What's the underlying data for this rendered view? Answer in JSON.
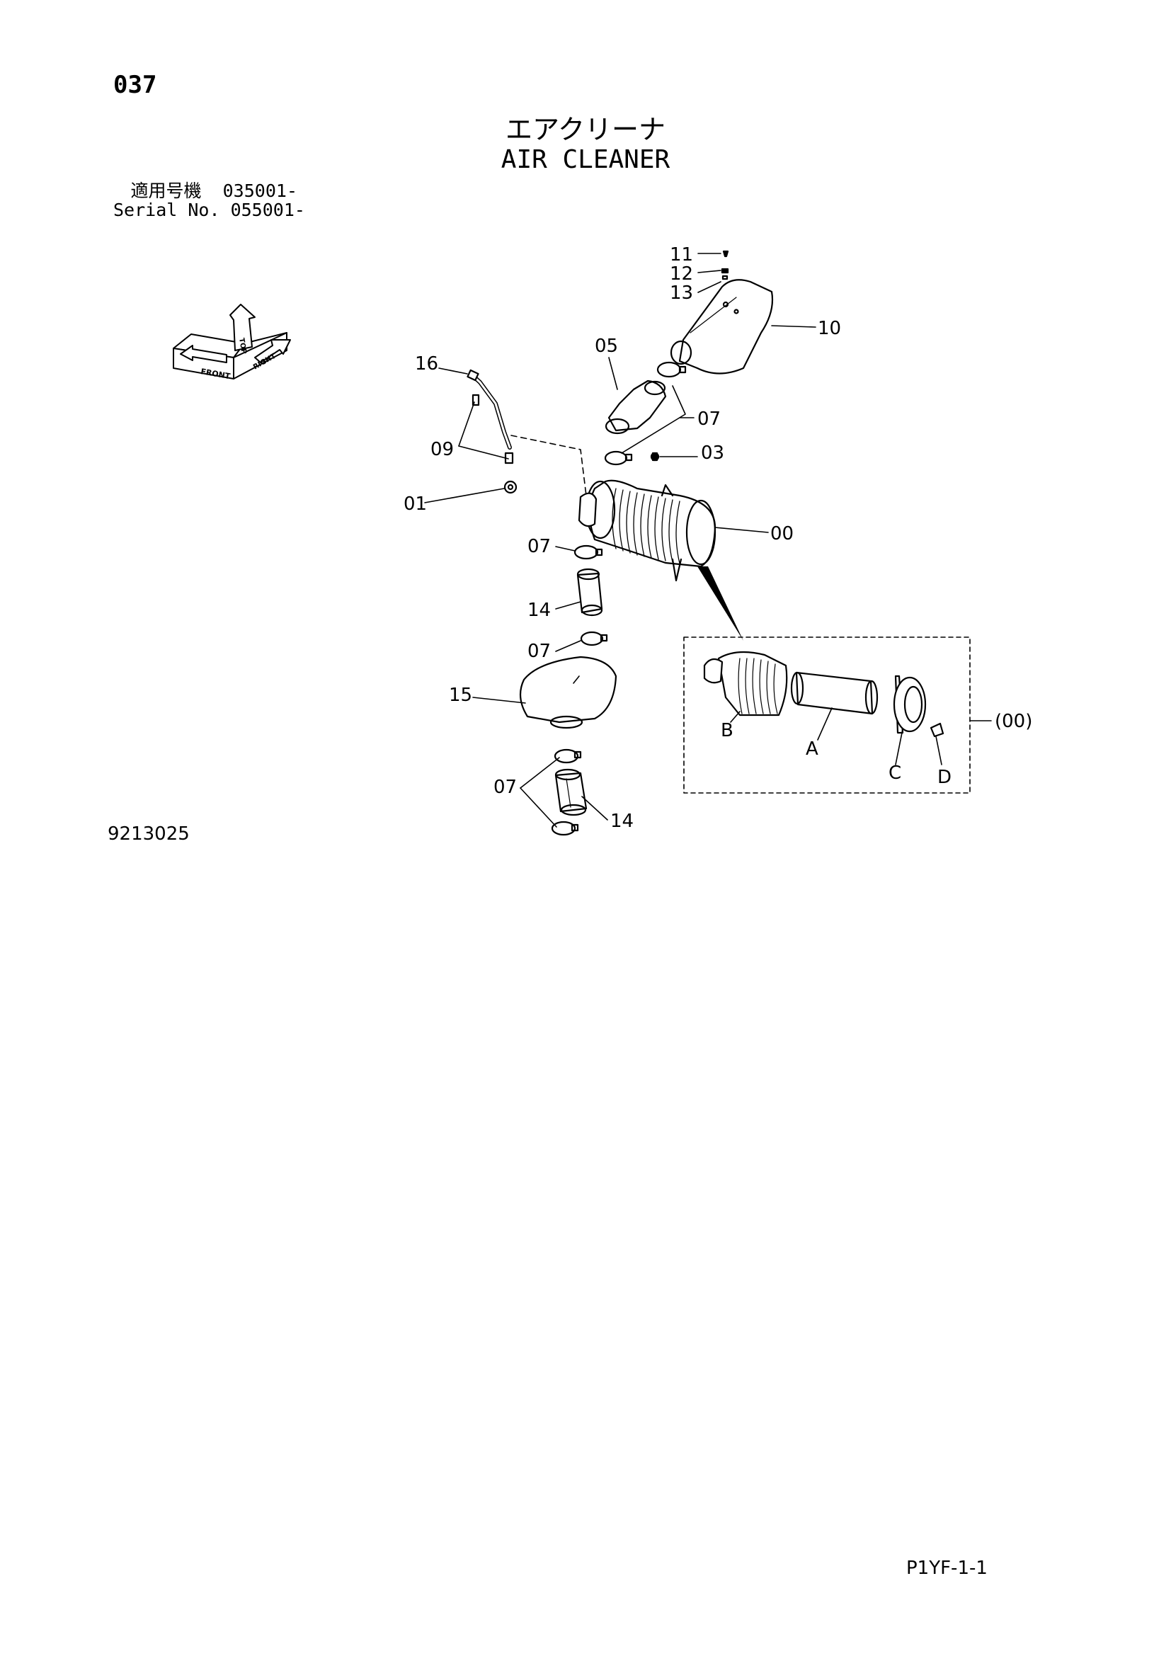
{
  "page_number": "037",
  "title_jp": "エアクリーナ",
  "title_en": "AIR CLEANER",
  "serial": {
    "line1": "適用号機  035001-",
    "line2": "Serial No. 055001-"
  },
  "figure_number": "9213025",
  "page_code": "P1YF-1-1",
  "orientation": {
    "top": "TOP",
    "front": "FRONT",
    "right": "RIGHT"
  },
  "callouts": {
    "p11": "11",
    "p12": "12",
    "p13": "13",
    "p10": "10",
    "p05": "05",
    "p16": "16",
    "p07a": "07",
    "p09": "09",
    "p03": "03",
    "p01": "01",
    "p00": "00",
    "p07b": "07",
    "p14a": "14",
    "p07c": "07",
    "p15": "15",
    "p07d": "07",
    "p14b": "14",
    "pB": "B",
    "pA": "A",
    "pC": "C",
    "pD": "D",
    "p00sub": "(00)"
  }
}
